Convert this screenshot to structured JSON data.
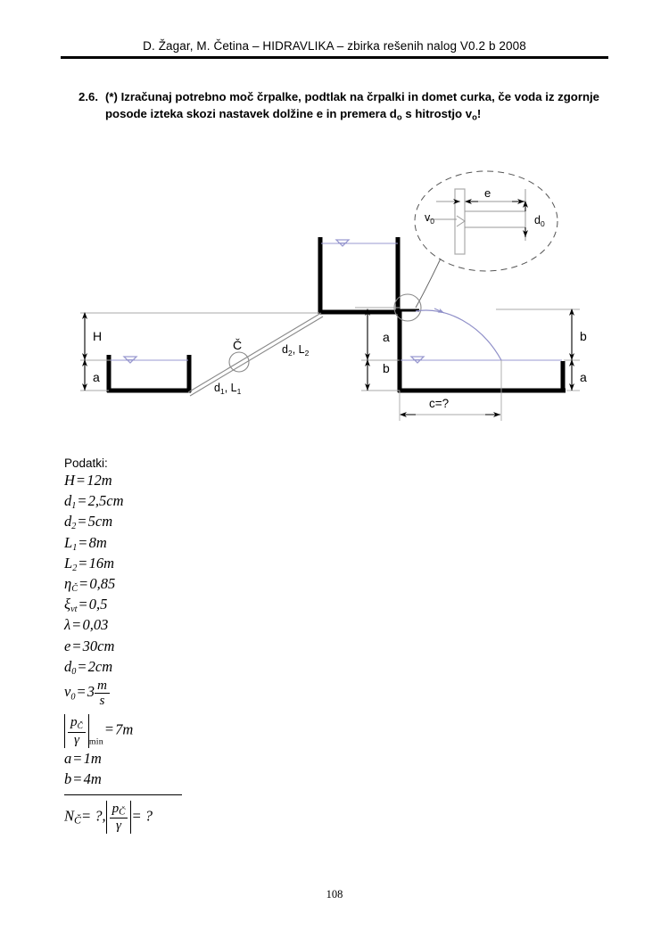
{
  "header": {
    "text": "D. Žagar, M. Četina – HIDRAVLIKA – zbirka rešenih nalog  V0.2 b 2008"
  },
  "problem": {
    "number": "2.6.",
    "line1_a": "(*) Izračunaj potrebno moč črpalke, podtlak na črpalki in domet curka, če",
    "line2": "voda iz zgornje posode izteka skozi nastavek dolžine e in premera d",
    "line2_sub": "o",
    "line2_tail": " s",
    "line3": "hitrostjo v",
    "line3_sub": "o",
    "line3_tail": "!"
  },
  "figure": {
    "labels": {
      "H": "H",
      "a_left": "a",
      "pump": "Č",
      "pipe1": "d",
      "pipe1_sub": "1",
      "pipe1_tail": ", L",
      "pipe1_sub2": "1",
      "pipe2": "d",
      "pipe2_sub": "2",
      "pipe2_tail": ", L",
      "pipe2_sub2": "2",
      "a_mid": "a",
      "b_mid": "b",
      "b_right": "b",
      "a_right": "a",
      "c": "c=?",
      "v0": "v",
      "v0_sub": "0",
      "e": "e",
      "d0": "d",
      "d0_sub": "0"
    },
    "colors": {
      "water": "#9a9ad0",
      "structure": "#000000",
      "dimension": "#8a8a8a",
      "jet": "#8f8fc8"
    }
  },
  "data": {
    "title": "Podatki:",
    "items": [
      {
        "lhs": "H",
        "sub": "",
        "rhs": "12",
        "unit": "m"
      },
      {
        "lhs": "d",
        "sub": "1",
        "rhs": "2,5",
        "unit": "cm"
      },
      {
        "lhs": "d",
        "sub": "2",
        "rhs": "5",
        "unit": "cm"
      },
      {
        "lhs": "L",
        "sub": "1",
        "rhs": "8",
        "unit": "m"
      },
      {
        "lhs": "L",
        "sub": "2",
        "rhs": "16",
        "unit": "m"
      },
      {
        "lhs": "η",
        "sub": "Č",
        "rhs": "0,85",
        "unit": ""
      },
      {
        "lhs": "ξ",
        "sub": "vt",
        "rhs": "0,5",
        "unit": ""
      },
      {
        "lhs": "λ",
        "sub": "",
        "rhs": "0,03",
        "unit": ""
      },
      {
        "lhs": "e",
        "sub": "",
        "rhs": "30",
        "unit": "cm"
      },
      {
        "lhs": "d",
        "sub": "0",
        "rhs": "2",
        "unit": "cm"
      }
    ],
    "velocity": {
      "lhs": "v",
      "sub": "0",
      "eq": "=",
      "value": "3",
      "num": "m",
      "den": "s"
    },
    "pressure": {
      "num": "p",
      "num_sub": "Č",
      "den": "γ",
      "subscript": "min",
      "eq": "=",
      "value": "7m"
    },
    "a": {
      "lhs": "a",
      "eq": "=",
      "rhs": "1m"
    },
    "b": {
      "lhs": "b",
      "eq": "=",
      "rhs": "4m"
    },
    "answer": {
      "n": "N",
      "n_sub": "Č",
      "q1": "= ?,",
      "num": "p",
      "num_sub": "Č",
      "den": "γ",
      "q2": "= ?"
    }
  },
  "footer": {
    "page_number": "108"
  }
}
